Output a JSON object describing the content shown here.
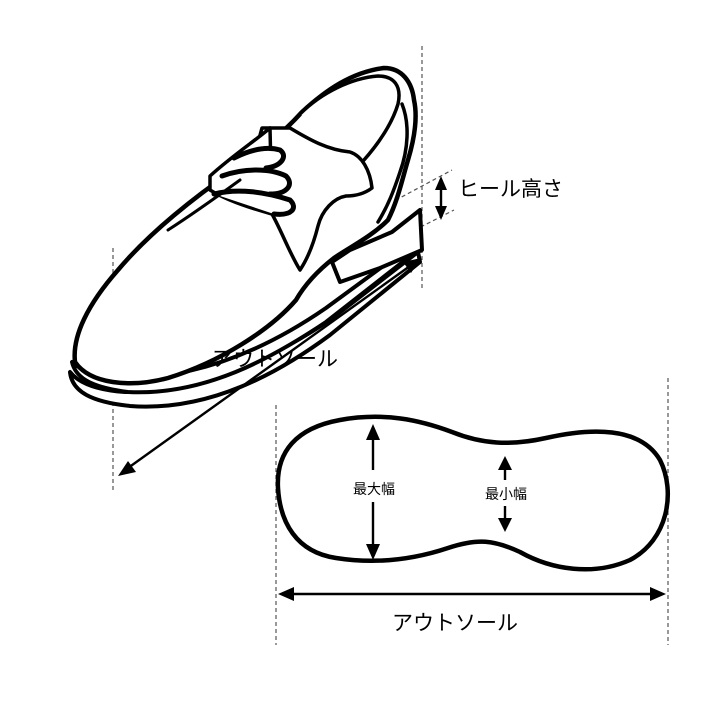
{
  "labels": {
    "heel_height": "ヒール高さ",
    "outsole_side": "アウトソール",
    "max_width": "最大幅",
    "min_width": "最小幅",
    "outsole_bottom": "アウトソール"
  },
  "colors": {
    "line": "#000000",
    "guide": "#555555",
    "background": "#ffffff"
  }
}
